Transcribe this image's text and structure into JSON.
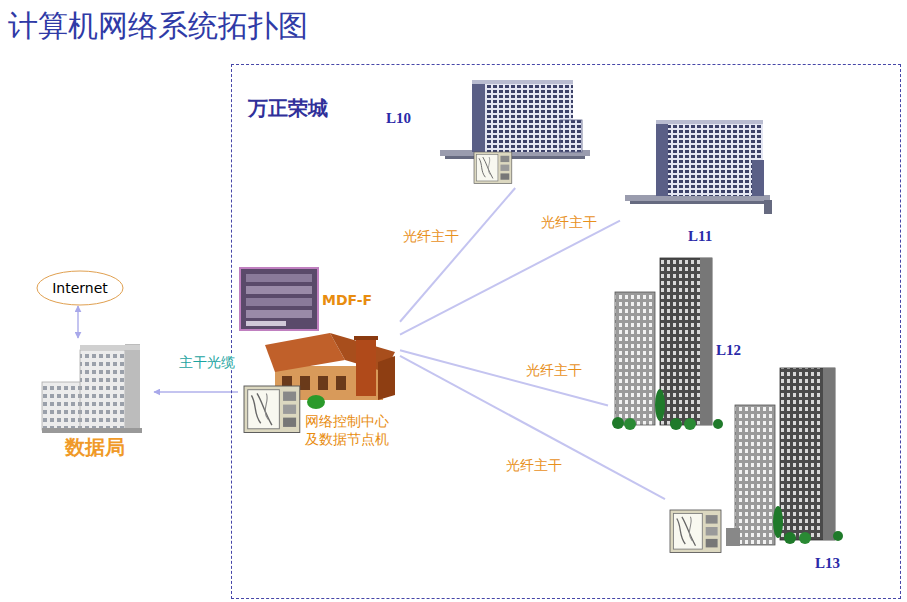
{
  "diagram": {
    "title": "计算机网络系统拓扑图",
    "nodes": [
      {
        "text": [
          "万正荣城"
        ]
      },
      {
        "text": [
          "Internet"
        ]
      },
      {
        "text": [
          "数据局"
        ]
      },
      {
        "text": [
          "MDF-F",
          "网络控制中心 及数据节点机"
        ],
        "in": 0
      },
      {
        "text": [
          "L10"
        ],
        "in": 0
      },
      {
        "text": [
          "L11"
        ],
        "in": 0
      },
      {
        "text": [
          "L12"
        ],
        "in": 0
      },
      {
        "text": [
          "L13"
        ],
        "in": 0
      }
    ],
    "edges": [
      {
        "from": 1,
        "to": 2,
        "arrow": "both"
      },
      {
        "from": 3,
        "to": 2,
        "label": "主干光缆",
        "arrow": "to"
      },
      {
        "from": 3,
        "to": 4,
        "label": "光纤主干",
        "arrow": "none"
      },
      {
        "from": 3,
        "to": 5,
        "label": "光纤主干",
        "arrow": "none"
      },
      {
        "from": 3,
        "to": 6,
        "label": "光纤主干",
        "arrow": "none"
      },
      {
        "from": 3,
        "to": 7,
        "label": "光纤主干",
        "arrow": "none"
      }
    ]
  }
}
